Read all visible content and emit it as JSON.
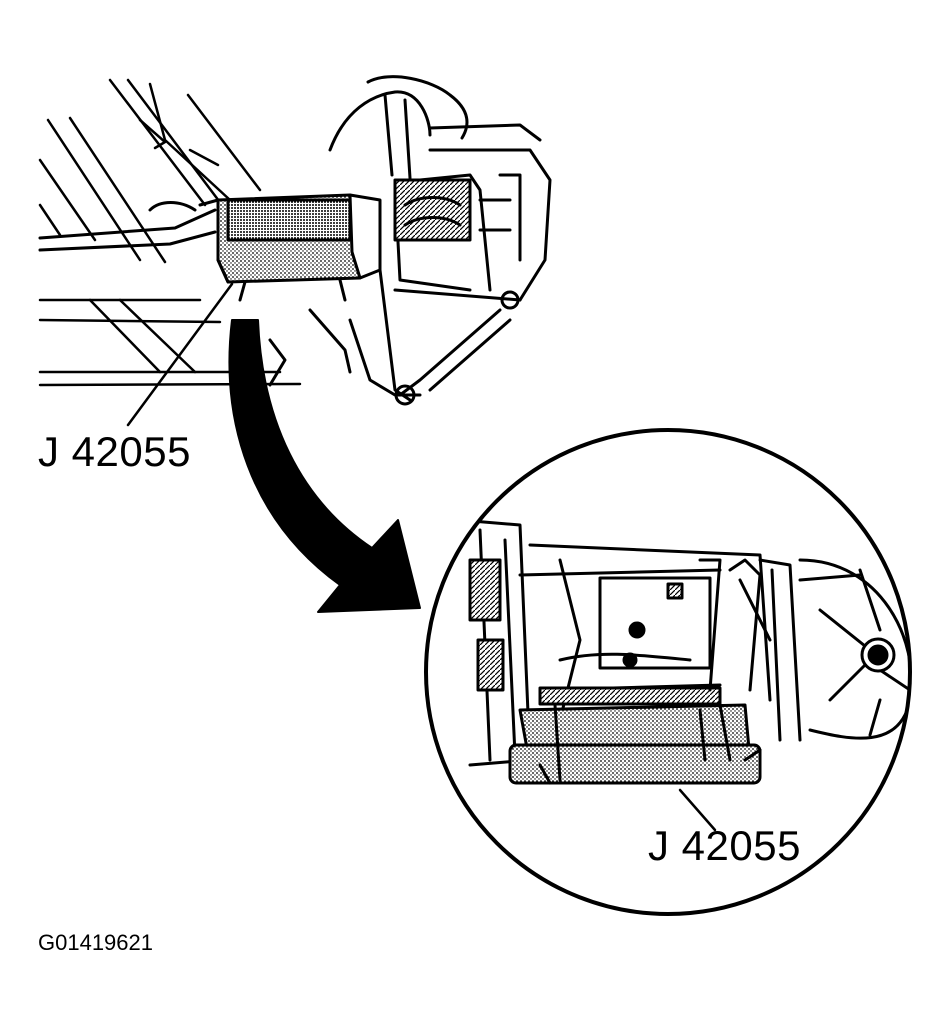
{
  "figure": {
    "callout_top": "J 42055",
    "callout_inset": "J 42055",
    "figure_id": "G01419621"
  },
  "colors": {
    "ink": "#000000",
    "paper": "#ffffff",
    "stipple": "#bdbdbd"
  }
}
